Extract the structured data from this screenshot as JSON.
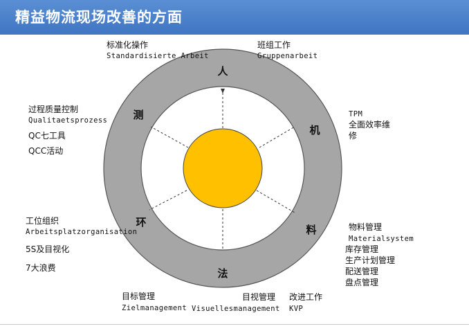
{
  "header": {
    "title": "精益物流现场改善的方面"
  },
  "ring_labels": {
    "ren": "人",
    "ji": "机",
    "liao": "料",
    "fa": "法",
    "huan": "环",
    "ce": "测"
  },
  "colors": {
    "header": "#4a7fcb",
    "ring": "#a6a6a6",
    "center": "#ffc000"
  },
  "annotations": {
    "ren": {
      "cn": "标准化操作",
      "de": "Standardisierte Arbeit"
    },
    "team": {
      "cn": "班组工作",
      "de": "Gruppenarbeit"
    },
    "ji": {
      "line1": "TPM",
      "line2": "全面效率维",
      "line3": "修"
    },
    "ce": {
      "cn": "过程质量控制",
      "de": "Qualitaetsprozess",
      "item2": "QC七工具",
      "item3": "QCC活动"
    },
    "huan": {
      "cn": "工位组织",
      "de": "Arbeitsplatzorganisation",
      "item2": "5S及目视化",
      "item3": "7大浪费"
    },
    "liao": {
      "cn": "物料管理",
      "de": "Materialsystem",
      "item2": "库存管理",
      "item3": "生产计划管理",
      "item4": "配送管理",
      "item5": "盘点管理"
    },
    "fa_goal": {
      "cn": "目标管理",
      "de": "Zielmanagement"
    },
    "fa_visual": {
      "cn": "目视管理",
      "de": "Visuellesmanagement"
    },
    "fa_kvp": {
      "cn": "改进工作",
      "de": "KVP"
    }
  }
}
